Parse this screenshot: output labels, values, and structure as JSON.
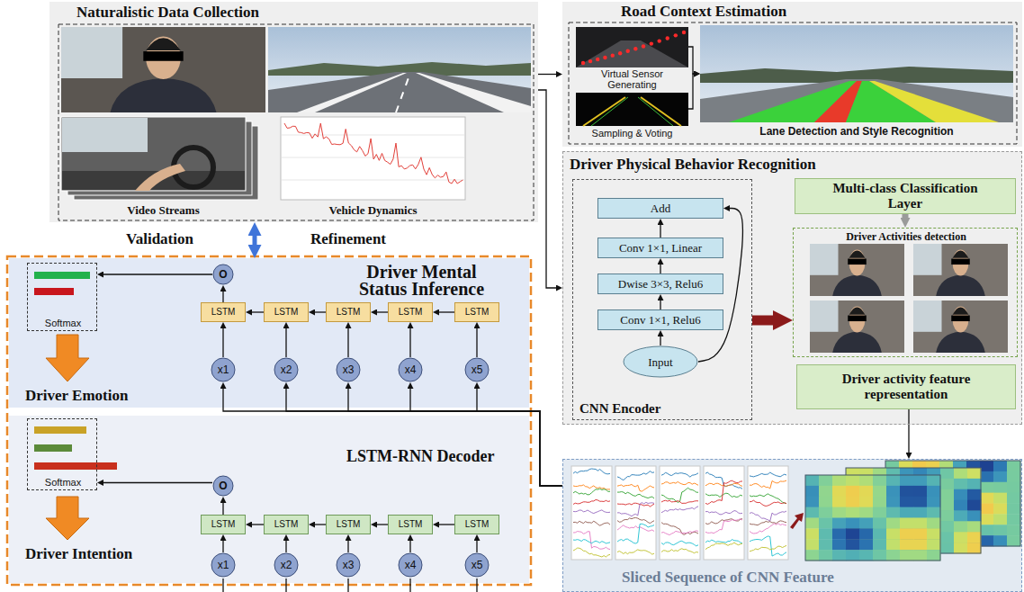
{
  "diagram": {
    "nodes": [
      {
        "text": [
          "Naturalistic Data Collection"
        ]
      },
      {
        "text": [
          "Video Streams"
        ],
        "in": 0
      },
      {
        "text": [
          "Vehicle Dynamics"
        ],
        "in": 0
      },
      {
        "text": [
          "Road Context Estimation"
        ]
      },
      {
        "text": [
          "Virtual Sensor Generating"
        ],
        "in": 3
      },
      {
        "text": [
          "Sampling & Voting"
        ],
        "in": 3
      },
      {
        "text": [
          "Lane Detection and Style Recognition"
        ],
        "in": 3
      },
      {
        "text": [
          "Driver Physical Behavior Recognition"
        ]
      },
      {
        "text": [
          "CNN Encoder"
        ],
        "in": 7
      },
      {
        "text": [
          "Add"
        ],
        "in": 8
      },
      {
        "text": [
          "Conv 1×1, Linear"
        ],
        "in": 8
      },
      {
        "text": [
          "Dwise 3×3, Relu6"
        ],
        "in": 8
      },
      {
        "text": [
          "Conv 1×1, Relu6"
        ],
        "in": 8
      },
      {
        "text": [
          "Input"
        ],
        "in": 8
      },
      {
        "text": [
          "Multi-class Classification Layer"
        ],
        "in": 7
      },
      {
        "text": [
          "Driver Activities detection"
        ],
        "in": 7
      },
      {
        "text": [
          "Driver activity feature representation"
        ],
        "in": 7
      },
      {
        "text": [
          "Sliced Sequence of CNN Feature"
        ]
      },
      {
        "text": [
          "Driver Mental Status Inference",
          "Driver Emotion"
        ]
      },
      {
        "text": [
          "Softmax"
        ],
        "in": 18
      },
      {
        "text": [
          "O"
        ],
        "in": 18
      },
      {
        "text": [
          "LSTM"
        ],
        "in": 18
      },
      {
        "text": [
          "LSTM"
        ],
        "in": 18
      },
      {
        "text": [
          "LSTM"
        ],
        "in": 18
      },
      {
        "text": [
          "LSTM"
        ],
        "in": 18
      },
      {
        "text": [
          "LSTM"
        ],
        "in": 18
      },
      {
        "text": [
          "x1"
        ],
        "in": 18
      },
      {
        "text": [
          "x2"
        ],
        "in": 18
      },
      {
        "text": [
          "x3"
        ],
        "in": 18
      },
      {
        "text": [
          "x4"
        ],
        "in": 18
      },
      {
        "text": [
          "x5"
        ],
        "in": 18
      },
      {
        "text": [
          "LSTM-RNN Decoder",
          "Driver Intention"
        ]
      },
      {
        "text": [
          "Softmax"
        ],
        "in": 31
      },
      {
        "text": [
          "O"
        ],
        "in": 31
      },
      {
        "text": [
          "LSTM"
        ],
        "in": 31
      },
      {
        "text": [
          "LSTM"
        ],
        "in": 31
      },
      {
        "text": [
          "LSTM"
        ],
        "in": 31
      },
      {
        "text": [
          "LSTM"
        ],
        "in": 31
      },
      {
        "text": [
          "LSTM"
        ],
        "in": 31
      },
      {
        "text": [
          "x1"
        ],
        "in": 31
      },
      {
        "text": [
          "x2"
        ],
        "in": 31
      },
      {
        "text": [
          "x3"
        ],
        "in": 31
      },
      {
        "text": [
          "x4"
        ],
        "in": 31
      },
      {
        "text": [
          "x5"
        ],
        "in": 31
      }
    ],
    "edges": [
      {
        "from": 0,
        "to": 3,
        "arrow": "to"
      },
      {
        "from": 0,
        "to": 7,
        "arrow": "to"
      },
      {
        "from": 0,
        "to": 18,
        "arrow": "both"
      },
      {
        "from": 4,
        "to": 6,
        "arrow": "to"
      },
      {
        "from": 5,
        "to": 6,
        "arrow": "to"
      },
      {
        "from": 13,
        "to": 12,
        "arrow": "to"
      },
      {
        "from": 12,
        "to": 11,
        "arrow": "to"
      },
      {
        "from": 11,
        "to": 10,
        "arrow": "to"
      },
      {
        "from": 10,
        "to": 9,
        "arrow": "to"
      },
      {
        "from": 13,
        "to": 9,
        "arrow": "to"
      },
      {
        "from": 8,
        "to": 15,
        "arrow": "to"
      },
      {
        "from": 14,
        "to": 15,
        "arrow": "to"
      },
      {
        "from": 16,
        "to": 17,
        "arrow": "to"
      },
      {
        "from": 17,
        "to": 26,
        "arrow": "to"
      },
      {
        "from": 17,
        "to": 27,
        "arrow": "to"
      },
      {
        "from": 17,
        "to": 28,
        "arrow": "to"
      },
      {
        "from": 17,
        "to": 29,
        "arrow": "to"
      },
      {
        "from": 17,
        "to": 30,
        "arrow": "to"
      },
      {
        "from": 26,
        "to": 21,
        "arrow": "to"
      },
      {
        "from": 27,
        "to": 22,
        "arrow": "to"
      },
      {
        "from": 28,
        "to": 23,
        "arrow": "to"
      },
      {
        "from": 29,
        "to": 24,
        "arrow": "to"
      },
      {
        "from": 30,
        "to": 25,
        "arrow": "to"
      },
      {
        "from": 22,
        "to": 21,
        "arrow": "to"
      },
      {
        "from": 23,
        "to": 22,
        "arrow": "to"
      },
      {
        "from": 24,
        "to": 23,
        "arrow": "to"
      },
      {
        "from": 25,
        "to": 24,
        "arrow": "to"
      },
      {
        "from": 21,
        "to": 20,
        "arrow": "to"
      },
      {
        "from": 20,
        "to": 19,
        "arrow": "to"
      },
      {
        "from": 39,
        "to": 34,
        "arrow": "to"
      },
      {
        "from": 40,
        "to": 35,
        "arrow": "to"
      },
      {
        "from": 41,
        "to": 36,
        "arrow": "to"
      },
      {
        "from": 42,
        "to": 37,
        "arrow": "to"
      },
      {
        "from": 43,
        "to": 38,
        "arrow": "to"
      },
      {
        "from": 35,
        "to": 34,
        "arrow": "to"
      },
      {
        "from": 36,
        "to": 35,
        "arrow": "to"
      },
      {
        "from": 37,
        "to": 36,
        "arrow": "to"
      },
      {
        "from": 38,
        "to": 37,
        "arrow": "to"
      },
      {
        "from": 34,
        "to": 33,
        "arrow": "to"
      },
      {
        "from": 33,
        "to": 32,
        "arrow": "to"
      }
    ],
    "labels": [
      "Validation",
      "Refinement"
    ]
  }
}
